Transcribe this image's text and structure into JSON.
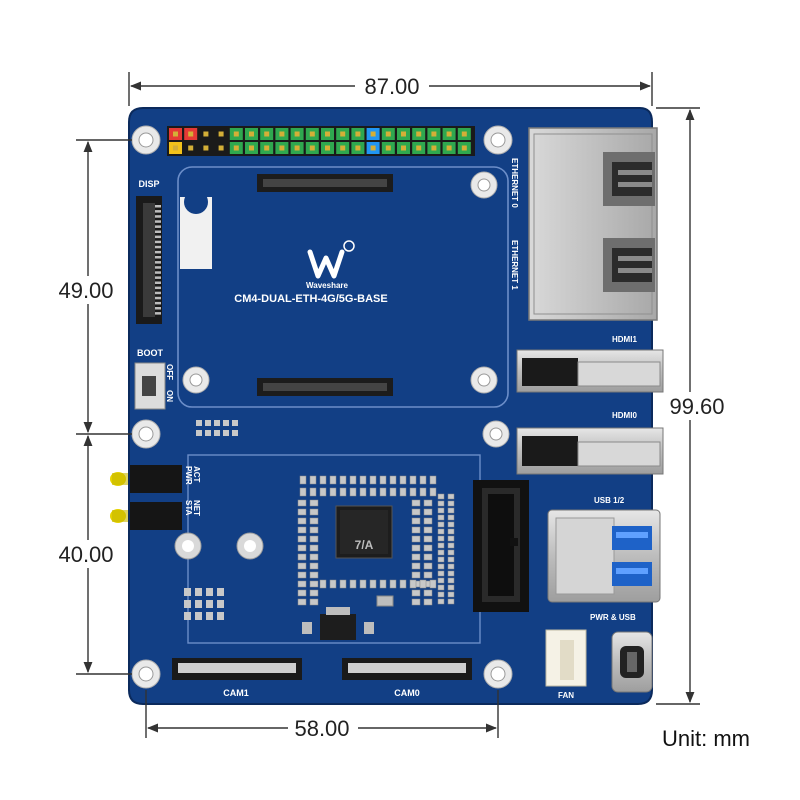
{
  "dimensions": {
    "width_label": "87.00",
    "height_label": "99.60",
    "upper_span_label": "49.00",
    "lower_span_label": "40.00",
    "bottom_span_label": "58.00",
    "unit_label": "Unit: mm"
  },
  "board": {
    "model_label": "CM4-DUAL-ETH-4G/5G-BASE",
    "brand_label": "Waveshare",
    "silkscreen": {
      "disp": "DISP",
      "boot": "BOOT",
      "off": "OFF",
      "on": "ON",
      "ethernet0": "ETHERNET 0",
      "ethernet1": "ETHERNET 1",
      "hdmi1": "HDMI1",
      "hdmi0": "HDMI0",
      "usb12": "USB 1/2",
      "pwr_usb": "PWR & USB",
      "fan": "FAN",
      "cam1": "CAM1",
      "cam0": "CAM0",
      "act": "ACT",
      "pwr": "PWR",
      "net": "NET",
      "sta": "STA"
    }
  },
  "colors": {
    "pcb": "#123f85",
    "pcb_dark": "#0d2f66",
    "silk": "#ffffff",
    "header_green": "#2fa84f",
    "header_red": "#e53935",
    "header_yellow": "#f2c21b",
    "header_blue": "#2196f3",
    "metal": "#c8c8c8",
    "dimension_line": "#333333"
  }
}
